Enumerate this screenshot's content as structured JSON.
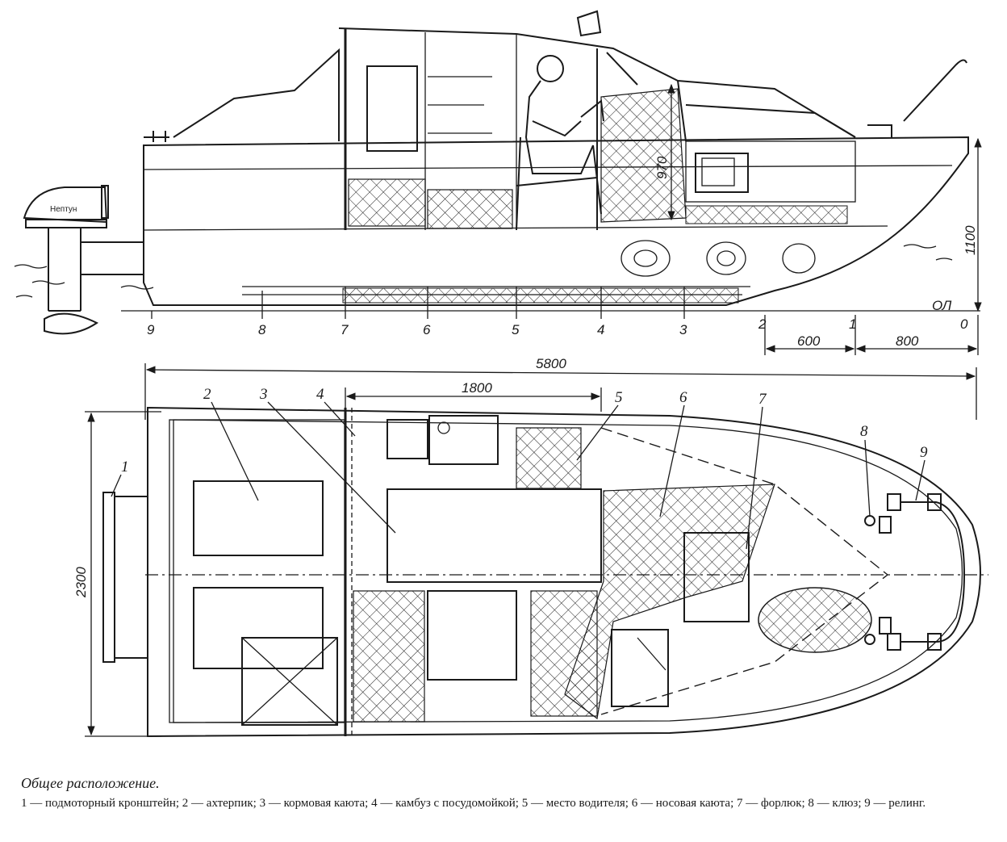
{
  "dimensions": {
    "overall_length": "5800",
    "beam": "2300",
    "height": "1100",
    "cabin_height": "970",
    "cabin_length": "1800",
    "station_spacing_1": "600",
    "station_spacing_2": "800",
    "waterline": "ОЛ"
  },
  "stations": [
    "9",
    "8",
    "7",
    "6",
    "5",
    "4",
    "3",
    "2",
    "1",
    "0"
  ],
  "plan_labels": [
    "1",
    "2",
    "3",
    "4",
    "5",
    "6",
    "7",
    "8",
    "9"
  ],
  "engine_brand": "Нептун",
  "caption": {
    "title": "Общее расположение.",
    "legend": "1 — подмоторный кронштейн; 2 — ахтерпик; 3 — кормовая каюта; 4 — камбуз с посудомойкой; 5 — место водителя; 6 — носовая каюта; 7 — форлюк; 8 — клюз; 9 — релинг."
  },
  "colors": {
    "ink": "#1a1a1a",
    "paper": "#ffffff"
  }
}
